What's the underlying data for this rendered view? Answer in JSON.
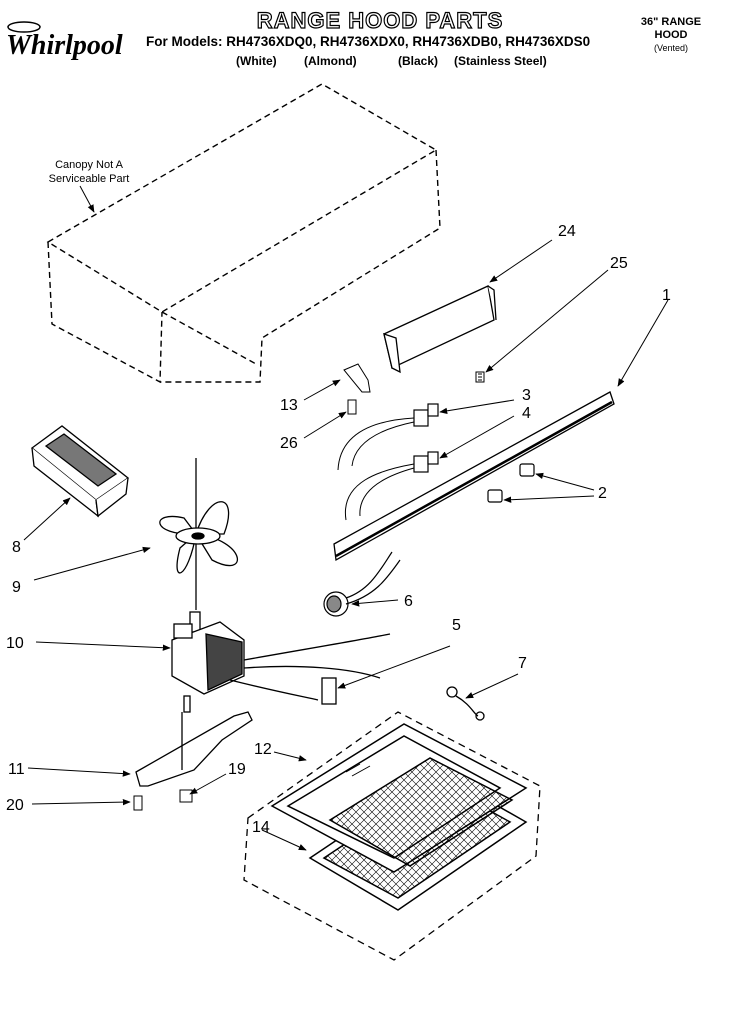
{
  "header": {
    "logo_text": "Whirlpool",
    "title": "RANGE HOOD PARTS",
    "models_line": "For Models: RH4736XDQ0, RH4736XDX0, RH4736XDB0, RH4736XDS0",
    "finishes": [
      "(White)",
      "(Almond)",
      "(Black)",
      "(Stainless Steel)"
    ],
    "side_label": [
      "36\" RANGE",
      "HOOD",
      "(Vented)"
    ]
  },
  "diagram": {
    "canopy_note": [
      "Canopy Not A",
      "Serviceable Part"
    ],
    "callouts": [
      "24",
      "25",
      "1",
      "3",
      "4",
      "13",
      "26",
      "2",
      "8",
      "9",
      "6",
      "10",
      "5",
      "7",
      "12",
      "11",
      "19",
      "20",
      "14"
    ]
  }
}
